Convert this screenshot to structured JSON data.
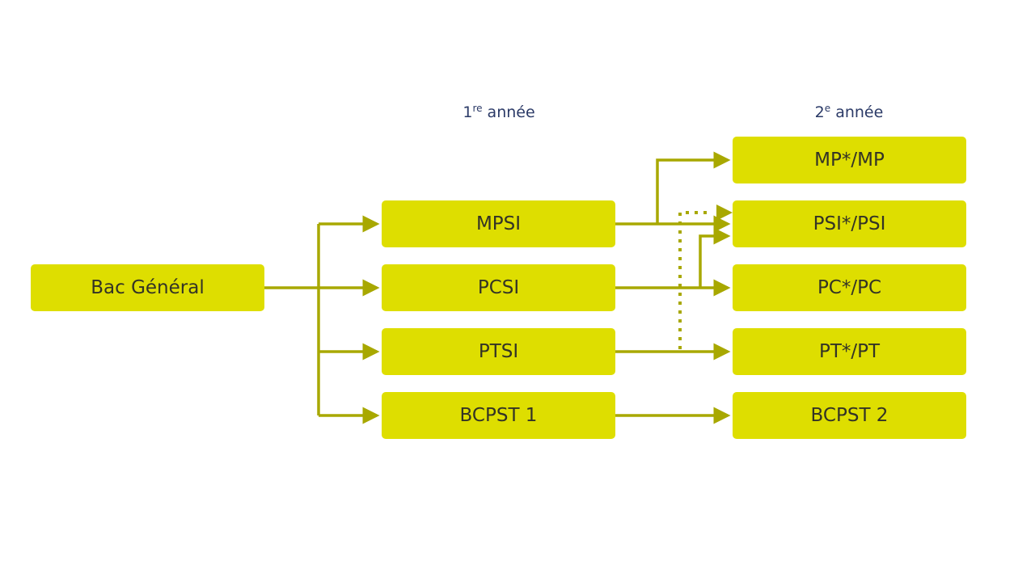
{
  "columns": {
    "year1": {
      "number": "1",
      "suffix": "re",
      "label": "année"
    },
    "year2": {
      "number": "2",
      "suffix": "e",
      "label": "année"
    }
  },
  "nodes": {
    "bac": "Bac Général",
    "mpsi": "MPSI",
    "pcsi": "PCSI",
    "ptsi": "PTSI",
    "bcpst1": "BCPST 1",
    "mp": "MP*/MP",
    "psi": "PSI*/PSI",
    "pc": "PC*/PC",
    "pt": "PT*/PT",
    "bcpst2": "BCPST 2"
  },
  "edges": [
    {
      "from": "bac",
      "to": "mpsi",
      "style": "solid"
    },
    {
      "from": "bac",
      "to": "pcsi",
      "style": "solid"
    },
    {
      "from": "bac",
      "to": "ptsi",
      "style": "solid"
    },
    {
      "from": "bac",
      "to": "bcpst1",
      "style": "solid"
    },
    {
      "from": "mpsi",
      "to": "mp",
      "style": "solid"
    },
    {
      "from": "mpsi",
      "to": "psi",
      "style": "solid"
    },
    {
      "from": "pcsi",
      "to": "pc",
      "style": "solid"
    },
    {
      "from": "pcsi",
      "to": "psi",
      "style": "solid"
    },
    {
      "from": "ptsi",
      "to": "pt",
      "style": "solid"
    },
    {
      "from": "ptsi",
      "to": "psi",
      "style": "dotted"
    },
    {
      "from": "bcpst1",
      "to": "bcpst2",
      "style": "solid"
    }
  ],
  "colors": {
    "box_fill": "#dede00",
    "arrow": "#a8a800",
    "title_text": "#2b3a67",
    "box_text": "#333326"
  }
}
